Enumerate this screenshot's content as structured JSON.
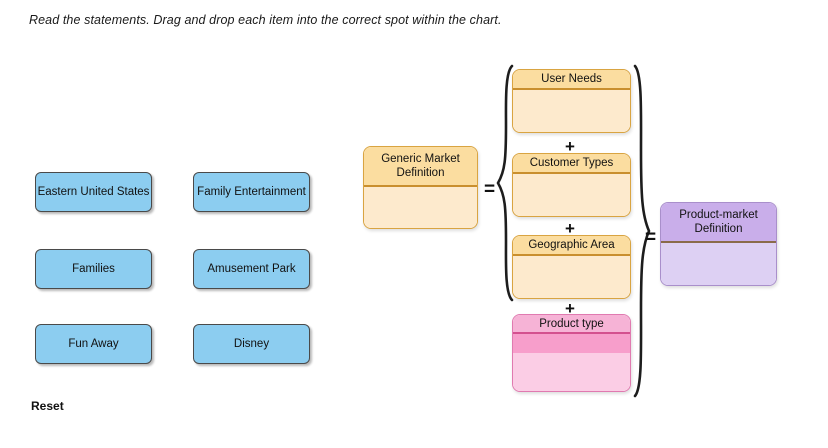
{
  "instruction": "Read the statements. Drag and drop each item into the correct spot within the chart.",
  "reset_label": "Reset",
  "draggable_items": [
    {
      "label": "Eastern United States",
      "column": 1,
      "row": 1
    },
    {
      "label": "Family Entertainment",
      "column": 2,
      "row": 1
    },
    {
      "label": "Families",
      "column": 1,
      "row": 2
    },
    {
      "label": "Amusement Park",
      "column": 2,
      "row": 2
    },
    {
      "label": "Fun Away",
      "column": 1,
      "row": 3
    },
    {
      "label": "Disney",
      "column": 2,
      "row": 3
    }
  ],
  "chart": {
    "generic_market_definition": {
      "title": "Generic Market Definition",
      "color": "#fbdda0",
      "drop_value": ""
    },
    "components": [
      {
        "title": "User Needs",
        "color": "#fbdda0",
        "drop_value": ""
      },
      {
        "title": "Customer Types",
        "color": "#fbdda0",
        "drop_value": ""
      },
      {
        "title": "Geographic Area",
        "color": "#fbdda0",
        "drop_value": ""
      },
      {
        "title": "Product type",
        "color": "#f6b3d6",
        "drop_value": ""
      }
    ],
    "product_market_definition": {
      "title": "Product-market Definition",
      "color": "#c9aeea",
      "drop_value": ""
    },
    "operators": {
      "plus": "+",
      "equals": "="
    }
  }
}
